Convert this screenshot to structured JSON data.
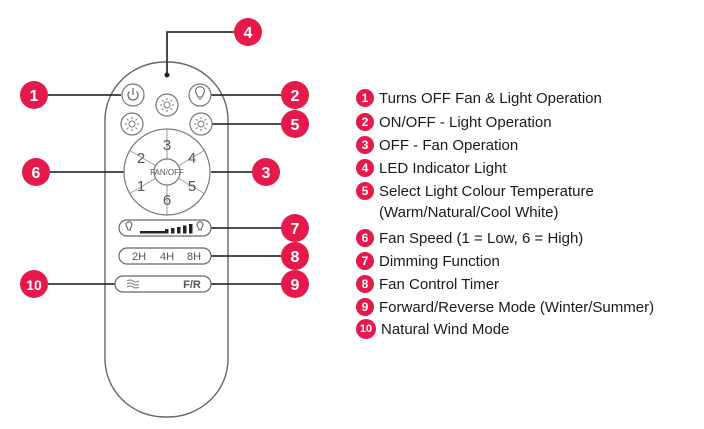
{
  "accent_color": "#e6194b",
  "remote": {
    "power_icon": "power-icon",
    "light_icon": "bulb-icon",
    "sun_icons": [
      "sun-icon",
      "sun-icon",
      "sun-icon"
    ],
    "speed_numbers": [
      "1",
      "2",
      "3",
      "4",
      "5",
      "6"
    ],
    "center_label": "FAN/OFF",
    "timer_labels": [
      "2H",
      "4H",
      "8H"
    ],
    "fr_label": "F/R"
  },
  "callouts": [
    "1",
    "2",
    "3",
    "4",
    "5",
    "6",
    "7",
    "8",
    "9",
    "10"
  ],
  "legend": [
    {
      "num": "1",
      "text": "Turns OFF Fan & Light Operation"
    },
    {
      "num": "2",
      "text": "ON/OFF - Light Operation"
    },
    {
      "num": "3",
      "text": "OFF - Fan Operation"
    },
    {
      "num": "4",
      "text": "LED Indicator Light"
    },
    {
      "num": "5",
      "text": "Select Light Colour Temperature",
      "sub": "(Warm/Natural/Cool White)"
    },
    {
      "num": "6",
      "text": "Fan Speed (1 = Low, 6 = High)"
    },
    {
      "num": "7",
      "text": "Dimming Function"
    },
    {
      "num": "8",
      "text": "Fan Control Timer"
    },
    {
      "num": "9",
      "text": "Forward/Reverse Mode (Winter/Summer)"
    },
    {
      "num": "10",
      "text": "Natural Wind Mode"
    }
  ]
}
